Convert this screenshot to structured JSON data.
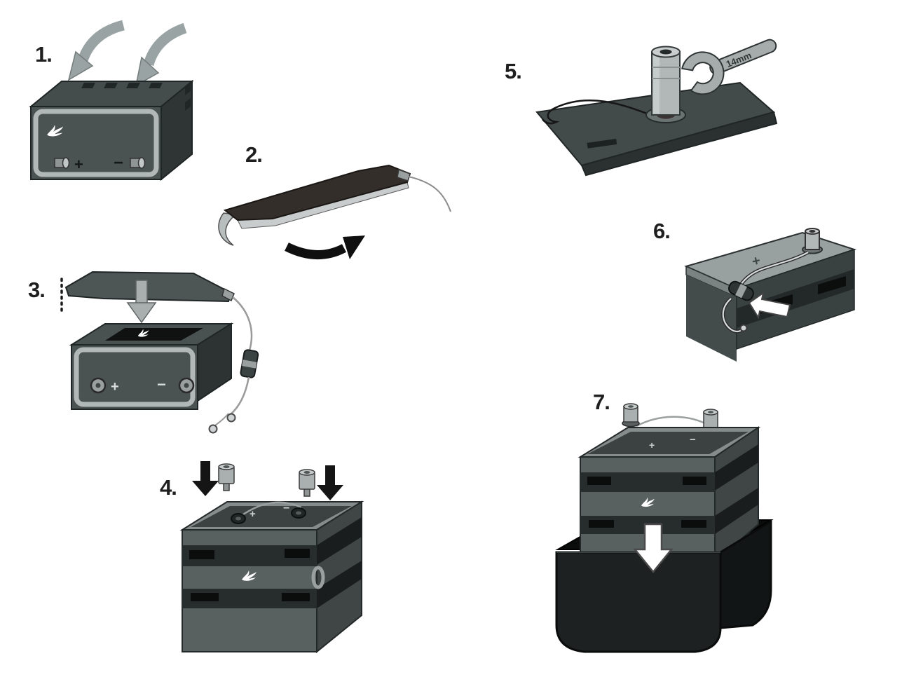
{
  "figure": {
    "kind": "step-by-step-installation-diagram"
  },
  "symbols": {
    "plus": "+",
    "minus": "−"
  },
  "wrench": {
    "size_label": "14mm"
  },
  "steps": [
    {
      "label": "1.",
      "illustration": "battery-with-placement-arrows"
    },
    {
      "label": "2.",
      "illustration": "peel-adhesive-liner-from-pad"
    },
    {
      "label": "3.",
      "illustration": "place-pad-on-battery-top"
    },
    {
      "label": "4.",
      "illustration": "insert-terminal-bolts"
    },
    {
      "label": "5.",
      "illustration": "tighten-terminal-with-wrench"
    },
    {
      "label": "6.",
      "illustration": "route-wire-with-inline-fuse"
    },
    {
      "label": "7.",
      "illustration": "lower-battery-into-box"
    }
  ]
}
